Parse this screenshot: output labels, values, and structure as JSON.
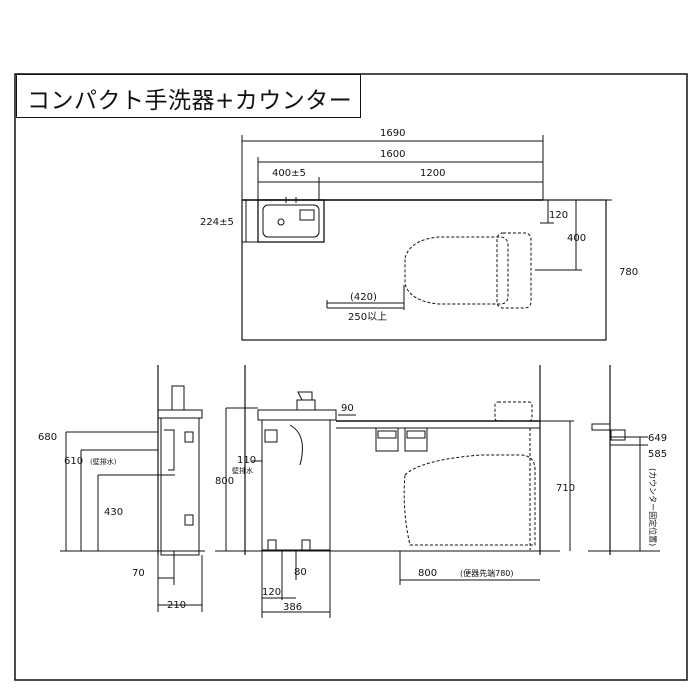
{
  "title": "コンパクト手洗器+カウンター",
  "plan_view": {
    "dim_overall": "1690",
    "dim_counter": "1600",
    "dim_basin_pos": "400±5",
    "dim_right_span": "1200",
    "dim_basin_depth": "224±5",
    "dim_back_120": "120",
    "dim_back_400": "400",
    "dim_depth_780": "780",
    "dim_420": "(420)",
    "dim_250": "250以上"
  },
  "side_view": {
    "dim_680": "680",
    "dim_610": "610",
    "note_610": "(壁排水)",
    "dim_430": "430",
    "dim_70": "70",
    "dim_210": "210"
  },
  "front_view": {
    "dim_800": "800",
    "dim_110": "110",
    "note_110": "壁排水",
    "dim_90": "90",
    "dim_80": "80",
    "dim_120": "120",
    "dim_386": "386"
  },
  "elevation_view": {
    "dim_710": "710",
    "dim_800": "800",
    "note_800": "(便器先端780)"
  },
  "right_view": {
    "dim_649": "649",
    "dim_585": "585",
    "note_vertical": "(カウンター固定位置)"
  },
  "colors": {
    "line": "#111111",
    "dim_line": "#222222",
    "fill": "#ffffff"
  }
}
